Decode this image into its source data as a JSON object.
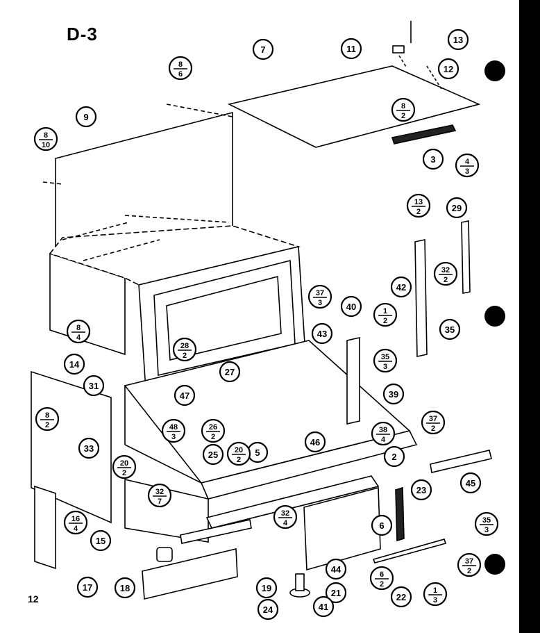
{
  "diagram": {
    "title": "D-3",
    "page_number": "12",
    "callouts": [
      {
        "id": "c7",
        "num": "7"
      },
      {
        "id": "c11",
        "num": "11"
      },
      {
        "id": "c13a",
        "num": "13"
      },
      {
        "id": "c12",
        "num": "12"
      },
      {
        "id": "c8_6",
        "num": "8",
        "sub": "6"
      },
      {
        "id": "c9",
        "num": "9"
      },
      {
        "id": "c8_2a",
        "num": "8",
        "sub": "2"
      },
      {
        "id": "c8_10",
        "num": "8",
        "sub": "10"
      },
      {
        "id": "c3",
        "num": "3"
      },
      {
        "id": "c4_3",
        "num": "4",
        "sub": "3"
      },
      {
        "id": "c13_2",
        "num": "13",
        "sub": "2"
      },
      {
        "id": "c29",
        "num": "29"
      },
      {
        "id": "c32_2",
        "num": "32",
        "sub": "2"
      },
      {
        "id": "c42",
        "num": "42"
      },
      {
        "id": "c37_3",
        "num": "37",
        "sub": "3"
      },
      {
        "id": "c40",
        "num": "40"
      },
      {
        "id": "c1_2",
        "num": "1",
        "sub": "2"
      },
      {
        "id": "c35",
        "num": "35"
      },
      {
        "id": "c43",
        "num": "43"
      },
      {
        "id": "c35_3a",
        "num": "35",
        "sub": "3"
      },
      {
        "id": "c8_4",
        "num": "8",
        "sub": "4"
      },
      {
        "id": "c14",
        "num": "14"
      },
      {
        "id": "c28_2",
        "num": "28",
        "sub": "2"
      },
      {
        "id": "c31",
        "num": "31"
      },
      {
        "id": "c27",
        "num": "27"
      },
      {
        "id": "c47",
        "num": "47"
      },
      {
        "id": "c39",
        "num": "39"
      },
      {
        "id": "c8_2b",
        "num": "8",
        "sub": "2"
      },
      {
        "id": "c48_3",
        "num": "48",
        "sub": "3"
      },
      {
        "id": "c26_2",
        "num": "26",
        "sub": "2"
      },
      {
        "id": "c38_4",
        "num": "38",
        "sub": "4"
      },
      {
        "id": "c37_2a",
        "num": "37",
        "sub": "2"
      },
      {
        "id": "c33",
        "num": "33"
      },
      {
        "id": "c25",
        "num": "25"
      },
      {
        "id": "c5",
        "num": "5"
      },
      {
        "id": "c46",
        "num": "46"
      },
      {
        "id": "c2",
        "num": "2"
      },
      {
        "id": "c20_2a",
        "num": "20",
        "sub": "2"
      },
      {
        "id": "c20_2b",
        "num": "20",
        "sub": "2"
      },
      {
        "id": "c45",
        "num": "45"
      },
      {
        "id": "c32_7",
        "num": "32",
        "sub": "7"
      },
      {
        "id": "c23",
        "num": "23"
      },
      {
        "id": "c16_4",
        "num": "16",
        "sub": "4"
      },
      {
        "id": "c32_4",
        "num": "32",
        "sub": "4"
      },
      {
        "id": "c6",
        "num": "6"
      },
      {
        "id": "c35_3b",
        "num": "35",
        "sub": "3"
      },
      {
        "id": "c15",
        "num": "15"
      },
      {
        "id": "c37_2b",
        "num": "37",
        "sub": "2"
      },
      {
        "id": "c44",
        "num": "44"
      },
      {
        "id": "c17",
        "num": "17"
      },
      {
        "id": "c18",
        "num": "18"
      },
      {
        "id": "c19",
        "num": "19"
      },
      {
        "id": "c21",
        "num": "21"
      },
      {
        "id": "c6_2",
        "num": "6",
        "sub": "2"
      },
      {
        "id": "c22",
        "num": "22"
      },
      {
        "id": "c1_3",
        "num": "1",
        "sub": "3"
      },
      {
        "id": "c24",
        "num": "24"
      },
      {
        "id": "c41",
        "num": "41"
      }
    ]
  }
}
